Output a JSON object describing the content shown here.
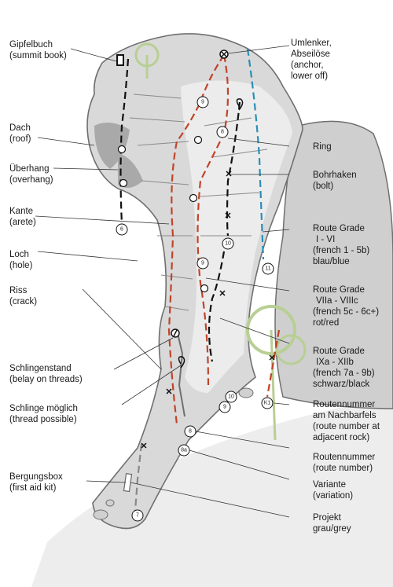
{
  "legend_left": [
    {
      "id": "gipfelbuch",
      "line1": "Gipfelbuch",
      "line2": "(summit book)"
    },
    {
      "id": "dach",
      "line1": "Dach",
      "line2": "(roof)"
    },
    {
      "id": "ueberhang",
      "line1": "Überhang",
      "line2": "(overhang)"
    },
    {
      "id": "kante",
      "line1": "Kante",
      "line2": "(arete)"
    },
    {
      "id": "loch",
      "line1": "Loch",
      "line2": "(hole)"
    },
    {
      "id": "riss",
      "line1": "Riss",
      "line2": "(crack)"
    },
    {
      "id": "schlingenstand",
      "line1": "Schlingenstand",
      "line2": "(belay on threads)"
    },
    {
      "id": "schlinge",
      "line1": "Schlinge möglich",
      "line2": "(thread possible)"
    },
    {
      "id": "bergungsbox",
      "line1": "Bergungsbox",
      "line2": "(first aid kit)"
    }
  ],
  "legend_right": [
    {
      "id": "umlenker",
      "lines": [
        "Umlenker,",
        "Abseilöse",
        "(anchor,",
        "lower off)"
      ]
    },
    {
      "id": "ring",
      "lines": [
        "Ring"
      ]
    },
    {
      "id": "bohrhaken",
      "lines": [
        "Bohrhaken",
        "(bolt)"
      ]
    },
    {
      "id": "grade-blue",
      "lines": [
        "Route Grade",
        "I - VI",
        "(french 1 - 5b)",
        "blau/blue"
      ]
    },
    {
      "id": "grade-red",
      "lines": [
        "Route Grade",
        "VIIa - VIIIc",
        "(french 5c - 6c+)",
        "rot/red"
      ]
    },
    {
      "id": "grade-black",
      "lines": [
        "Route Grade",
        "IXa - XIIb",
        "(french 7a - 9b)",
        "schwarz/black"
      ]
    },
    {
      "id": "nachbarfels",
      "lines": [
        "Routennummer",
        "am Nachbarfels",
        "(route number at",
        "adjacent rock)"
      ]
    },
    {
      "id": "routennummer",
      "lines": [
        "Routennummer",
        "(route number)"
      ]
    },
    {
      "id": "variante",
      "lines": [
        "Variante",
        "(variation)"
      ]
    },
    {
      "id": "projekt",
      "lines": [
        "Projekt",
        "grau/grey"
      ]
    }
  ],
  "route_numbers": [
    "9",
    "8",
    "6",
    "10",
    "11",
    "9",
    "10",
    "9",
    "K1",
    "8",
    "8a",
    "7"
  ],
  "colors": {
    "rock": "#d9d9d9",
    "rock_light": "#ececec",
    "rock_dark": "#a9a9a9",
    "rock_outline": "#6f6f6f",
    "route_red": "#c0442a",
    "route_blue": "#2a8fb8",
    "route_black": "#111111",
    "route_grey": "#888888",
    "tree": "#b8cf93"
  }
}
